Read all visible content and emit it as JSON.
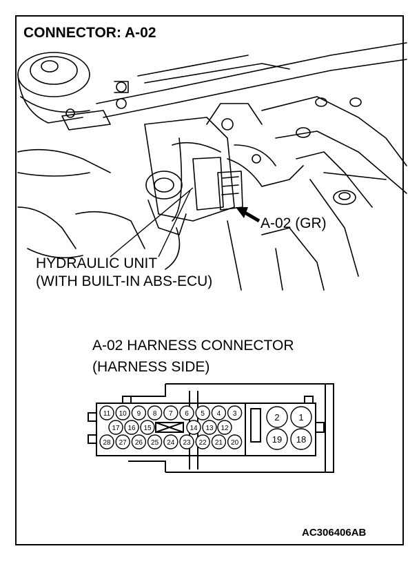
{
  "title": "CONNECTOR: A-02",
  "photo": {
    "callout_label": "A-02 (GR)",
    "hydraulic_unit_line1": "HYDRAULIC UNIT",
    "hydraulic_unit_line2": "(WITH BUILT-IN ABS-ECU)"
  },
  "harness": {
    "title_line1": "A-02 HARNESS CONNECTOR",
    "title_line2": "(HARNESS SIDE)",
    "row_top": [
      "11",
      "10",
      "9",
      "8",
      "7",
      "6",
      "5",
      "4",
      "3"
    ],
    "row_mid": [
      "17",
      "16",
      "15",
      "14",
      "13",
      "12"
    ],
    "row_bottom": [
      "28",
      "27",
      "26",
      "25",
      "24",
      "23",
      "22",
      "21",
      "20"
    ],
    "big_pins": [
      "2",
      "1",
      "19",
      "18"
    ]
  },
  "figure_code": "AC306406AB"
}
